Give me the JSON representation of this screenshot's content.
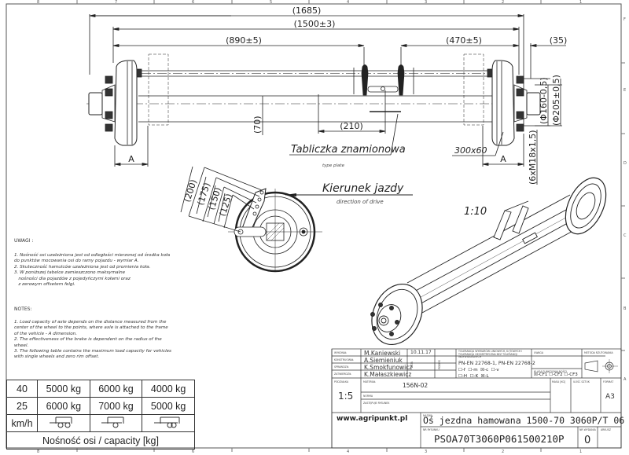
{
  "drawing": {
    "dimensions": {
      "overall": "(1685)",
      "track": "(1500±3)",
      "left_mount": "(890±5)",
      "right_mount": "(470±5)",
      "offset": "(35)",
      "square": "(70)",
      "plate_offset": "(210)",
      "dim_a_left": "A",
      "dim_a_right": "A",
      "pcd_inner": "(Φ160-0,5)",
      "pcd_outer": "(Φ205±0,5)",
      "studs": "(6xM18x1,5)",
      "drum": "300x60",
      "lever_200": "(200)",
      "lever_175": "(175)",
      "lever_150": "(150)",
      "lever_125": "(125)"
    },
    "type_plate_pl": "Tabliczka znamionowa",
    "type_plate_en": "type plate",
    "direction_pl": "Kierunek jazdy",
    "direction_en": "direction of drive",
    "iso_scale": "1:10",
    "zones_top": [
      "8",
      "7",
      "6",
      "5",
      "4",
      "3",
      "2",
      "1"
    ],
    "zones_right": [
      "F",
      "E",
      "D",
      "C",
      "B",
      "A"
    ]
  },
  "notes_pl": {
    "heading": "UWAGI :",
    "text": "1. Nośność osi uzależniona jest od odległości mierzonej od środka koła\ndo punktów mocowania osi do ramy pojazdu - wymiar A.\n2. Skuteczność hamulców uzależniona jest od promienia koła.\n3. W poniższej tabelce zamieszczono maksymalne\n   nośności dla pojazdów z pojedyńczymi kołami oraz\n   z zerowym offsetem felgi."
  },
  "notes_en": {
    "heading": "NOTES:",
    "text": "1. Load capacity of axle depends on the distance measured from the\ncenter of the wheel to the points, where axle is attached to the frame\nof the vehicle - A dimension.\n2. The effectiveness of the brake is dependent on the radius of the\nwheel.\n3. The following table contains the maximum load capacity for vehicles\nwith single wheels and zero rim offset."
  },
  "capacity_table": {
    "rows": [
      {
        "speed": "40",
        "values": [
          "5000 kg",
          "6000 kg",
          "4000 kg"
        ]
      },
      {
        "speed": "25",
        "values": [
          "6000 kg",
          "7000 kg",
          "5000 kg"
        ]
      }
    ],
    "unit_label": "km/h",
    "vehicle_icons": [
      "trailer-tandem-icon",
      "trailer-single-icon",
      "trailer-tridem-icon"
    ],
    "footer": "Nośność osi / capacity [kg]"
  },
  "title_block": {
    "labels": {
      "drawn": "Wykonał",
      "designed": "Konstruował",
      "checked": "Sprawdził",
      "approved": "Zatwierdził",
      "date": "Data",
      "signature": "Podpis",
      "scale": "Podziałka",
      "material": "Materiał",
      "standard": "Norma",
      "replaces": "Zastępuje rysunek",
      "tolerances": "Tolerancja wymiarów liniowych, kątowych i tolerancja geometryczna bez tolerancji indywidualnych",
      "remarks": "Uwaga",
      "function_class": "Klasa funkcjonalności",
      "projection": "Metoda rzutowania",
      "mass": "Masa [kg]",
      "qty": "Ilość sztuk",
      "format": "Format",
      "name": "Nazwa",
      "drawing_no": "Nr rysunku",
      "issue_no": "Nr wydania",
      "sheet": "Arkusz"
    },
    "drawn_by": "M.Kaniewski",
    "designed_by": "A.Siemieniuk",
    "checked_by": "K.Smokfunowicz",
    "approved_by": "K.Małaszkiewicz",
    "date": "10.11.17",
    "tolerance_std": "PN-EN 22768-1, PN-EN 22768-2",
    "tol_classes": [
      {
        "label": "-f",
        "checked": false
      },
      {
        "label": "-m",
        "checked": false
      },
      {
        "label": "-c",
        "checked": true
      },
      {
        "label": "-v",
        "checked": false
      },
      {
        "label": "-H",
        "checked": false
      },
      {
        "label": "-K",
        "checked": false
      },
      {
        "label": "-L",
        "checked": true
      }
    ],
    "cf_classes": [
      {
        "label": "-CF1",
        "checked": true
      },
      {
        "label": "-CF2",
        "checked": false
      },
      {
        "label": "-CF3",
        "checked": false
      }
    ],
    "material": "156N-02",
    "scale": "1:5",
    "format": "A3",
    "website": "www.agripunkt.pl",
    "title": "Oś jezdna hamowana 1500-70 3060P/T 06",
    "drawing_number": "PSOA70T3060P061500210P",
    "issue": "0"
  }
}
